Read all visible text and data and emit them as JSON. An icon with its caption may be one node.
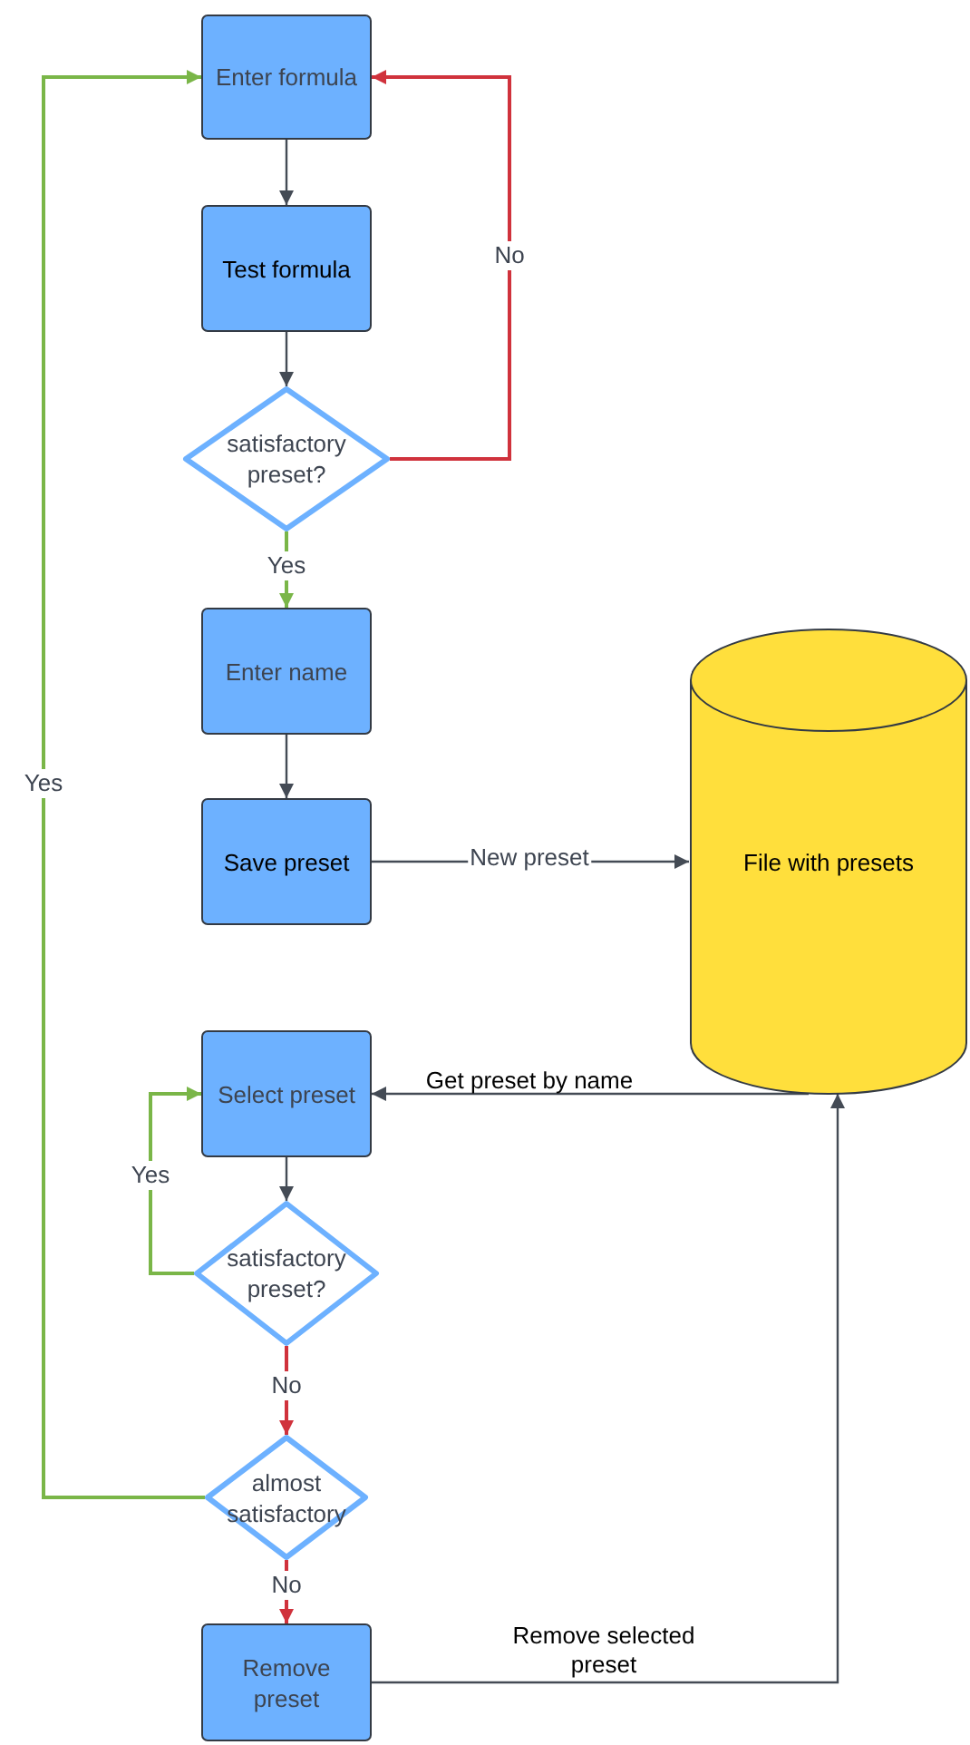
{
  "diagram": {
    "nodes": [
      {
        "text": [
          "Enter formula"
        ]
      },
      {
        "text": [
          "Test formula"
        ]
      },
      {
        "text": [
          "satisfactory preset?"
        ]
      },
      {
        "text": [
          "Enter name"
        ]
      },
      {
        "text": [
          "Save preset"
        ]
      },
      {
        "text": [
          "File with presets"
        ]
      },
      {
        "text": [
          "Select preset"
        ]
      },
      {
        "text": [
          "satisfactory preset?"
        ]
      },
      {
        "text": [
          "almost satisfactory"
        ]
      },
      {
        "text": [
          "Remove preset"
        ]
      }
    ],
    "edges": [
      {
        "from": 0,
        "to": 1,
        "arrow": "to"
      },
      {
        "from": 1,
        "to": 2,
        "arrow": "to"
      },
      {
        "from": 2,
        "to": 0,
        "arrow": "to",
        "label": "No",
        "color": "#d0323c"
      },
      {
        "from": 2,
        "to": 3,
        "arrow": "to",
        "label": "Yes",
        "color": "#7ab648"
      },
      {
        "from": 3,
        "to": 4,
        "arrow": "to"
      },
      {
        "from": 4,
        "to": 5,
        "arrow": "to",
        "label": "New preset"
      },
      {
        "from": 5,
        "to": 6,
        "arrow": "to",
        "label": "Get preset by name"
      },
      {
        "from": 6,
        "to": 7,
        "arrow": "to"
      },
      {
        "from": 7,
        "to": 6,
        "arrow": "to",
        "label": "Yes",
        "color": "#7ab648"
      },
      {
        "from": 7,
        "to": 8,
        "arrow": "to",
        "label": "No",
        "color": "#d0323c"
      },
      {
        "from": 8,
        "to": 0,
        "arrow": "to",
        "label": "Yes",
        "color": "#7ab648"
      },
      {
        "from": 8,
        "to": 9,
        "arrow": "to",
        "label": "No",
        "color": "#d0323c"
      },
      {
        "from": 9,
        "to": 5,
        "arrow": "to",
        "label": "Remove selected preset"
      }
    ]
  }
}
